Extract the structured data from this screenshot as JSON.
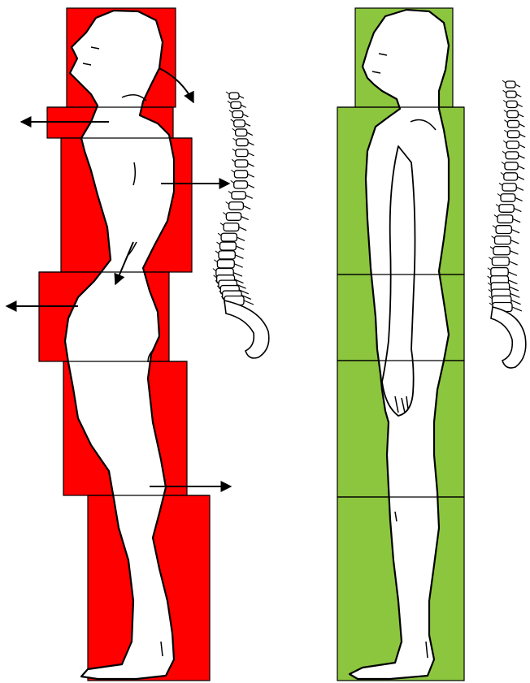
{
  "diagram": {
    "panels": [
      {
        "id": "misaligned",
        "block_color": "#ff0000",
        "arrows": [
          {
            "direction": "down-right",
            "region": "head"
          },
          {
            "direction": "left",
            "region": "neck"
          },
          {
            "direction": "right",
            "region": "upper-back"
          },
          {
            "direction": "down-left",
            "region": "lower-back"
          },
          {
            "direction": "left",
            "region": "pelvis"
          },
          {
            "direction": "right",
            "region": "knee"
          }
        ]
      },
      {
        "id": "aligned",
        "block_color": "#8cc63f",
        "arrows": []
      }
    ],
    "colors": {
      "outline": "#000000",
      "body_fill": "#ffffff"
    }
  }
}
